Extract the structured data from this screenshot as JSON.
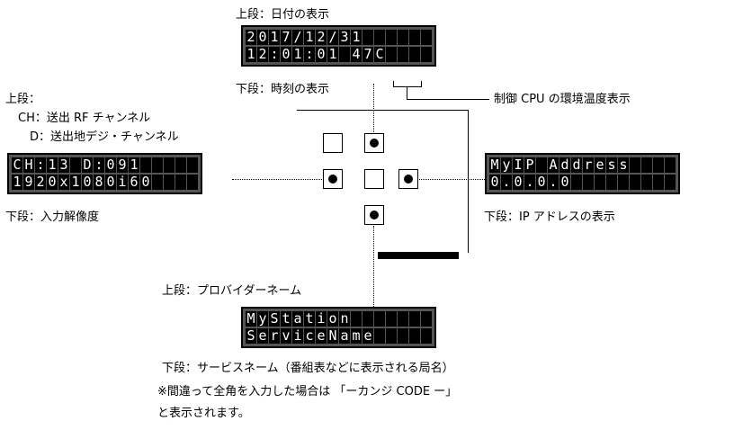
{
  "top_center": {
    "heading": "上段：日付の表示",
    "lcd_rows": [
      "2017/12/31      ",
      "12:01:01 47C    "
    ],
    "bottom_label": "下段：時刻の表示"
  },
  "temp_label": "制御 CPU の環境温度表示",
  "left": {
    "heading": "上段：",
    "line_ch": "CH：送出 RF チャンネル",
    "line_d": "D：送出地デジ・チャンネル",
    "lcd_rows": [
      "CH:13 D:091     ",
      "1920x1080i60    "
    ],
    "bottom_label": "下段：入力解像度"
  },
  "right": {
    "lcd_rows": [
      "MyIP Address    ",
      "0.0.0.0         "
    ],
    "bottom_label": "下段：IP アドレスの表示"
  },
  "bottom_center": {
    "heading": "上段：プロバイダーネーム",
    "lcd_rows": [
      "MyStation       ",
      "ServiceName     "
    ],
    "bottom_label": "下段：サービスネーム（番組表などに表示される局名）",
    "note_line1": "※間違って全角を入力した場合は 「ーカンジ CODE ー」",
    "note_line2": "と表示されます。"
  },
  "device": {
    "buttons": [
      "up",
      "left",
      "center",
      "right",
      "down",
      "top-left"
    ]
  }
}
